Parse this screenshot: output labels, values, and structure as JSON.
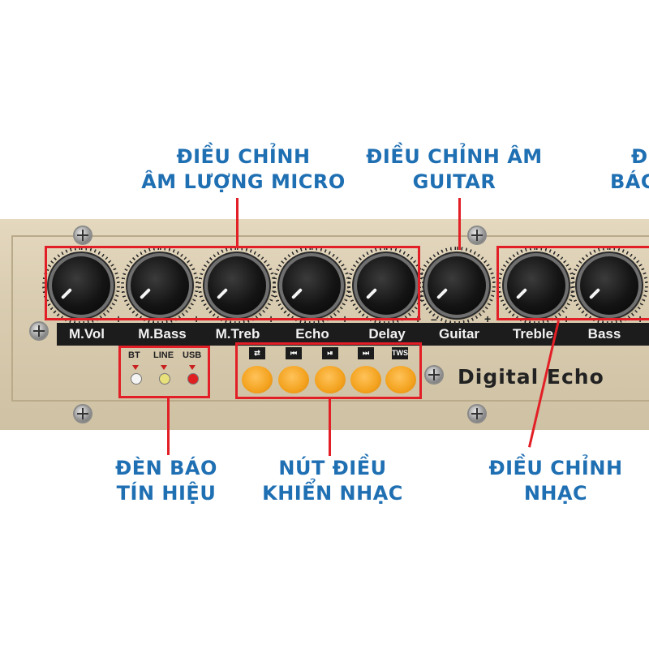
{
  "callouts": {
    "mic_volume": [
      "ĐIỀU CHỈNH",
      "ÂM LƯỢNG MICRO"
    ],
    "guitar": [
      "ĐIỀU CHỈNH ÂM",
      "GUITAR"
    ],
    "edge_cut": [
      "Đ",
      "BÁC"
    ],
    "signal_lights": [
      "ĐÈN BÁO",
      "TÍN HIỆU"
    ],
    "music_buttons": [
      "NÚT ĐIỀU",
      "KHIỂN NHẠC"
    ],
    "music_adjust": [
      "ĐIỀU CHỈNH",
      "NHẠC"
    ]
  },
  "knobs": [
    "M.Vol",
    "M.Bass",
    "M.Treb",
    "Echo",
    "Delay",
    "Guitar",
    "Treble",
    "Bass"
  ],
  "signs": {
    "minus": "–",
    "plus": "+"
  },
  "leds": [
    {
      "label": "BT",
      "color": "#f4f4f4"
    },
    {
      "label": "LINE",
      "color": "#e8e07a"
    },
    {
      "label": "USB",
      "color": "#e02020"
    }
  ],
  "button_icons": [
    "⇄",
    "⏮",
    "⏯",
    "⏭",
    "TWS"
  ],
  "brand": "Digital Echo",
  "colors": {
    "callout": "#1f6fb3",
    "highlight": "#e21f26",
    "button": "#f3a21e"
  }
}
